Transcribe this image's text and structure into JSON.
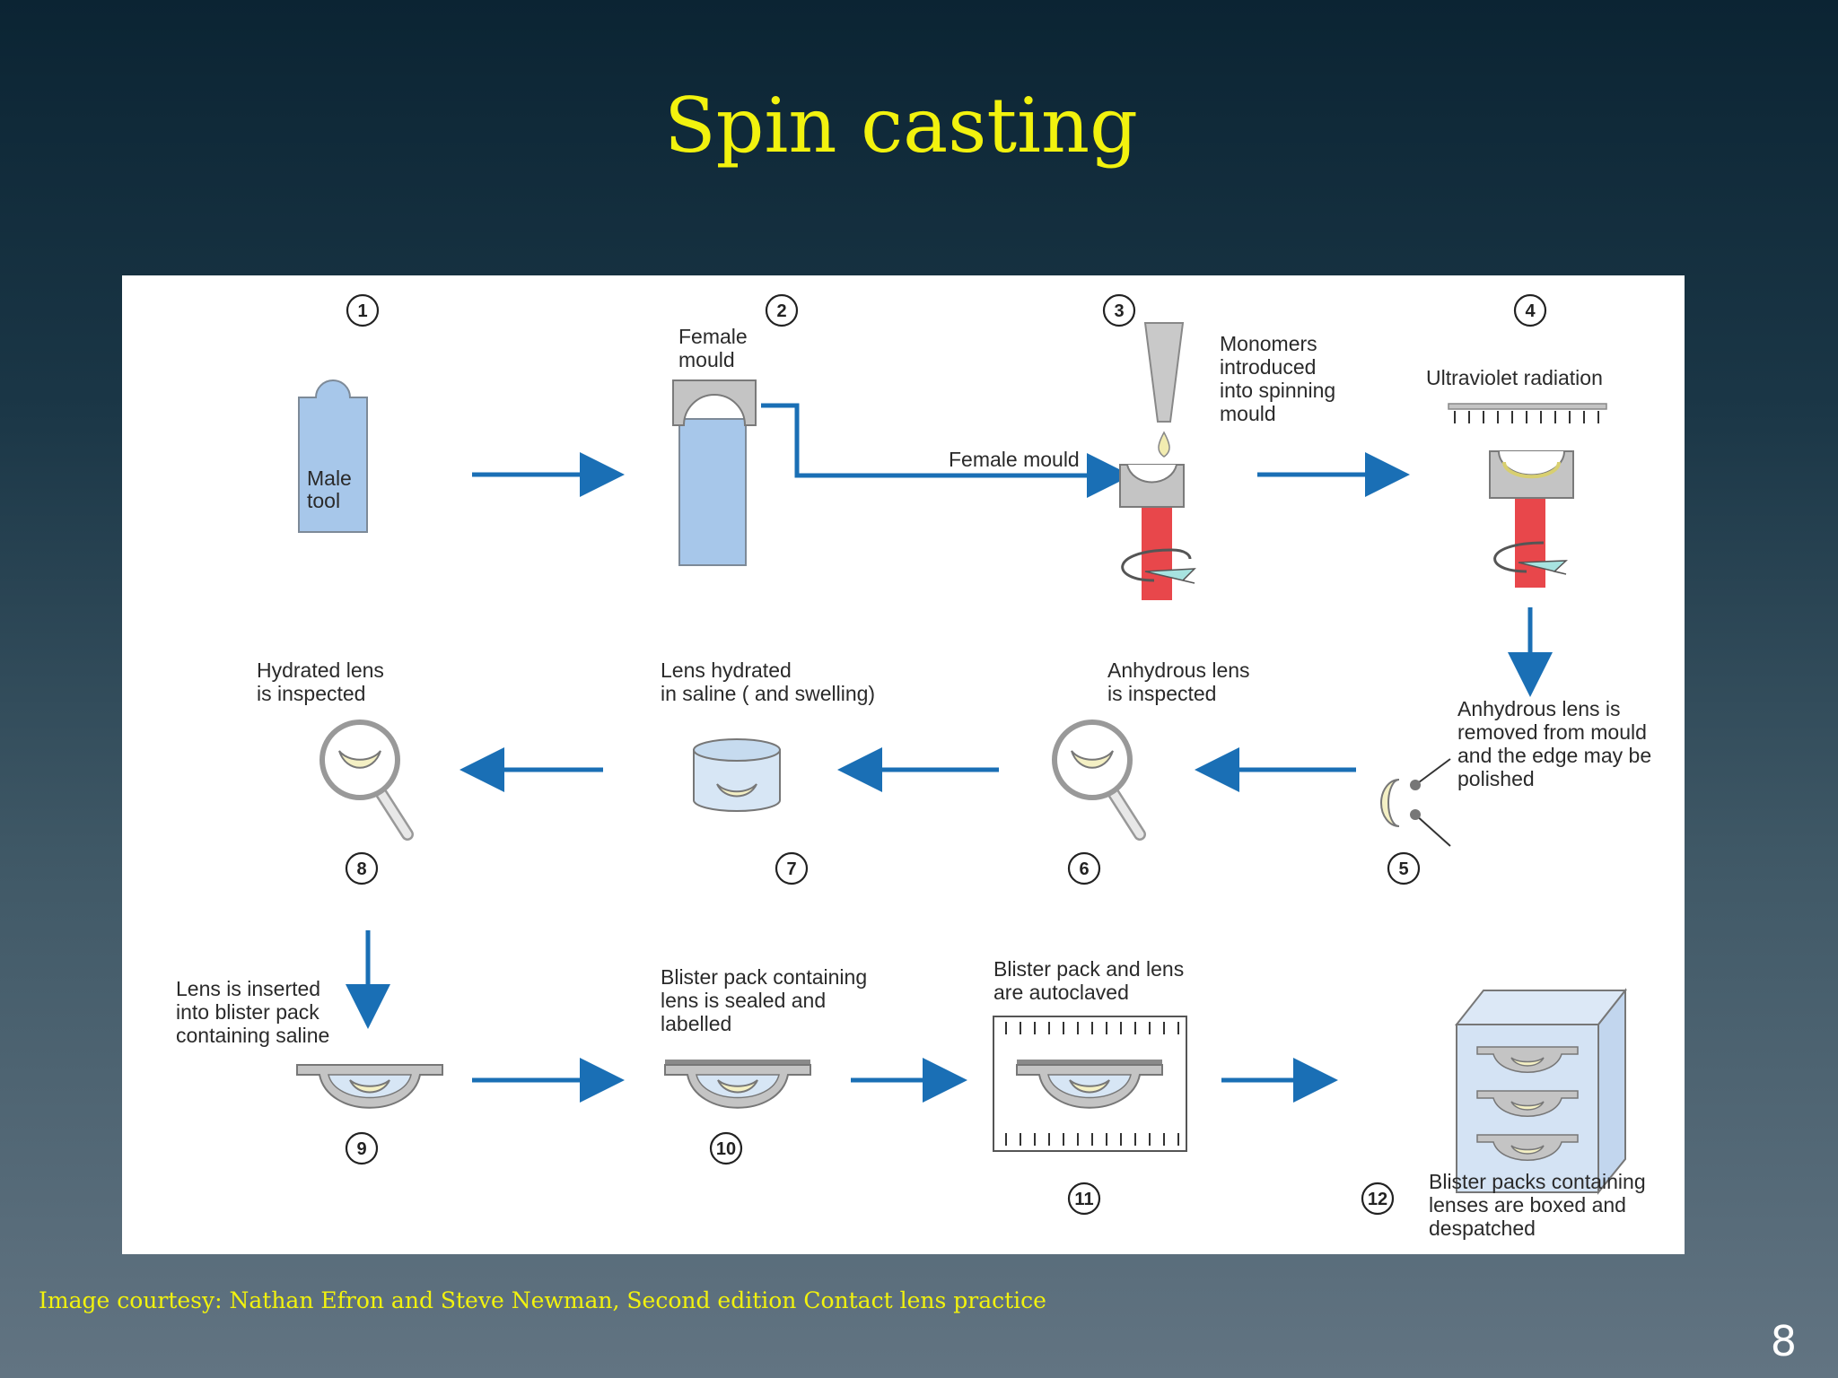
{
  "title": "Spin casting",
  "caption": "Image courtesy: Nathan Efron and Steve Newman, Second edition Contact lens practice",
  "page_number": "8",
  "colors": {
    "title": "#f2f20e",
    "arrow": "#1a6fb5",
    "tool_blue": "#a7c7ea",
    "spindle_red": "#e8474b",
    "mould_grey": "#bfbfbf"
  },
  "steps": [
    {
      "number": "1",
      "label_lines": []
    },
    {
      "number": "2",
      "label_lines": [
        "Female",
        "mould"
      ]
    },
    {
      "number": "3",
      "label_lines": [
        "Monomers",
        "introduced",
        "into spinning",
        "mould"
      ]
    },
    {
      "number": "4",
      "label_lines": [
        "Ultraviolet radiation"
      ]
    },
    {
      "number": "5",
      "label_lines": [
        "Anhydrous lens is",
        "removed from mould",
        "and the edge may be",
        "polished"
      ]
    },
    {
      "number": "6",
      "label_lines": [
        "Anhydrous lens",
        "is inspected"
      ]
    },
    {
      "number": "7",
      "label_lines": [
        "Lens hydrated",
        "in saline ( and swelling)"
      ]
    },
    {
      "number": "8",
      "label_lines": [
        "Hydrated lens",
        "is inspected"
      ]
    },
    {
      "number": "9",
      "label_lines": [
        "Lens is inserted",
        "into blister pack",
        "containing saline"
      ]
    },
    {
      "number": "10",
      "label_lines": [
        "Blister pack containing",
        "lens is sealed and",
        "labelled"
      ]
    },
    {
      "number": "11",
      "label_lines": [
        "Blister pack and lens",
        "are autoclaved"
      ]
    },
    {
      "number": "12",
      "label_lines": [
        "Blister packs containing",
        "lenses are boxed and",
        "despatched"
      ]
    }
  ],
  "male_tool_lines": [
    "Male",
    "tool"
  ],
  "female_mould_arrow_label": "Female mould"
}
